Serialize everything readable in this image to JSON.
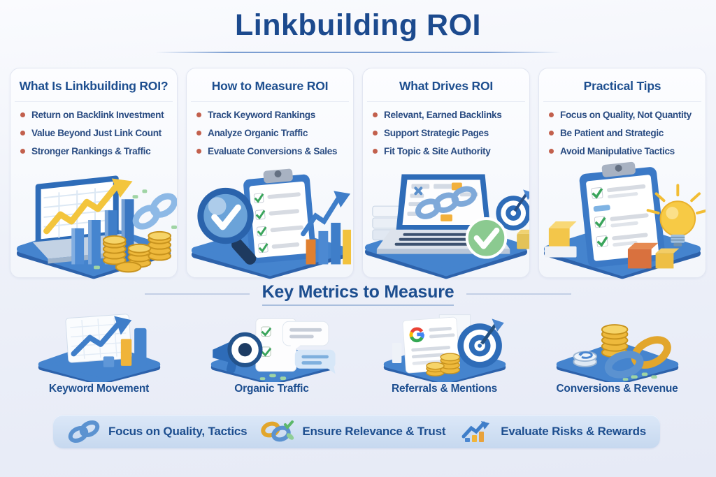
{
  "title": "Linkbuilding ROI",
  "columns": [
    {
      "heading": "What Is Linkbuilding ROI?",
      "bullets": [
        "Return on Backlink Investment",
        "Value Beyond Just Link Count",
        "Stronger Rankings & Traffic"
      ],
      "illustration": "laptop-growth-arrow-bars-coins-chain"
    },
    {
      "heading": "How to Measure ROI",
      "bullets": [
        "Track Keyword Rankings",
        "Analyze Organic Traffic",
        "Evaluate Conversions & Sales"
      ],
      "illustration": "magnifier-checklist-clipboard-bar-chart"
    },
    {
      "heading": "What Drives ROI",
      "bullets": [
        "Relevant, Earned Backlinks",
        "Support Strategic Pages",
        "Fit Topic & Site Authority"
      ],
      "illustration": "laptop-backlink-chain-green-check-target"
    },
    {
      "heading": "Practical Tips",
      "bullets": [
        "Focus on Quality, Not Quantity",
        "Be Patient and Strategic",
        "Avoid Manipulative Tactics"
      ],
      "illustration": "clipboard-checklist-lightbulb-blocks"
    }
  ],
  "metrics": {
    "heading": "Key Metrics to Measure",
    "items": [
      {
        "label": "Keyword Movement",
        "icon": "line-chart-bars-icon"
      },
      {
        "label": "Organic Traffic",
        "icon": "megaphone-chat-bubbles-icon"
      },
      {
        "label": "Referrals & Mentions",
        "icon": "google-doc-target-coins-icon"
      },
      {
        "label": "Conversions & Revenue",
        "icon": "coins-chain-links-icon"
      }
    ]
  },
  "footer": {
    "items": [
      {
        "label": "Focus on Quality, Tactics",
        "icon": "chain-link-icon"
      },
      {
        "label": "Ensure Relevance & Trust",
        "icon": "chain-check-icon"
      },
      {
        "label": "Evaluate Risks & Rewards",
        "icon": "bar-chart-arrow-icon"
      }
    ]
  },
  "colors": {
    "heading_navy": "#1d4e8f",
    "bullet_text": "#2a4c82",
    "bullet_dot": "#c2604d",
    "platform_blue": "#4584ce",
    "platform_blue_dark": "#2d62ab",
    "coin_gold": "#eeb93c",
    "arrow_yellow": "#f3c53d",
    "check_green": "#3ba55c",
    "footer_bar_bg": "#cdddf2"
  }
}
